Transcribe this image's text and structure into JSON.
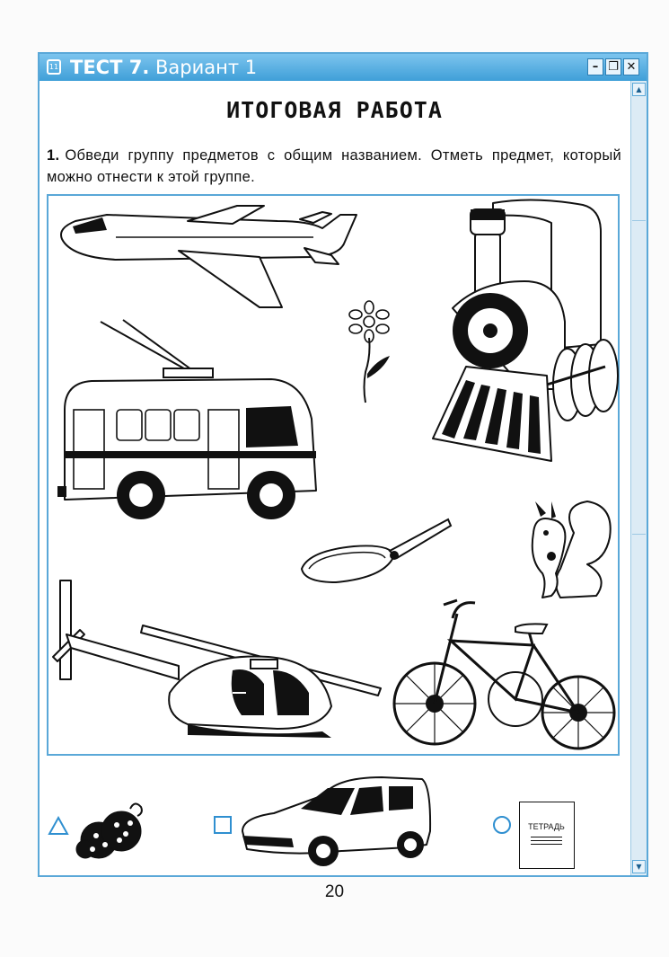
{
  "window": {
    "title_prefix": "ТЕСТ 7.",
    "title_variant": "Вариант 1",
    "icon_label": "11"
  },
  "heading": "ИТОГОВАЯ РАБОТА",
  "task": {
    "number": "1.",
    "text": "Обведи группу предметов с общим названием. Отметь предмет, который можно отнести к этой группе."
  },
  "pictures": [
    "airplane",
    "flower",
    "steam-locomotive",
    "trolleybus",
    "frying-pan",
    "squirrel",
    "helicopter",
    "bicycle"
  ],
  "options": [
    {
      "marker": "triangle",
      "item": "berries"
    },
    {
      "marker": "square",
      "item": "car"
    },
    {
      "marker": "circle",
      "item": "notebook",
      "label": "ТЕТРАДЬ"
    }
  ],
  "page_number": "20",
  "colors": {
    "frame": "#5aa8d8",
    "titlebar": "#3f9fd8"
  }
}
